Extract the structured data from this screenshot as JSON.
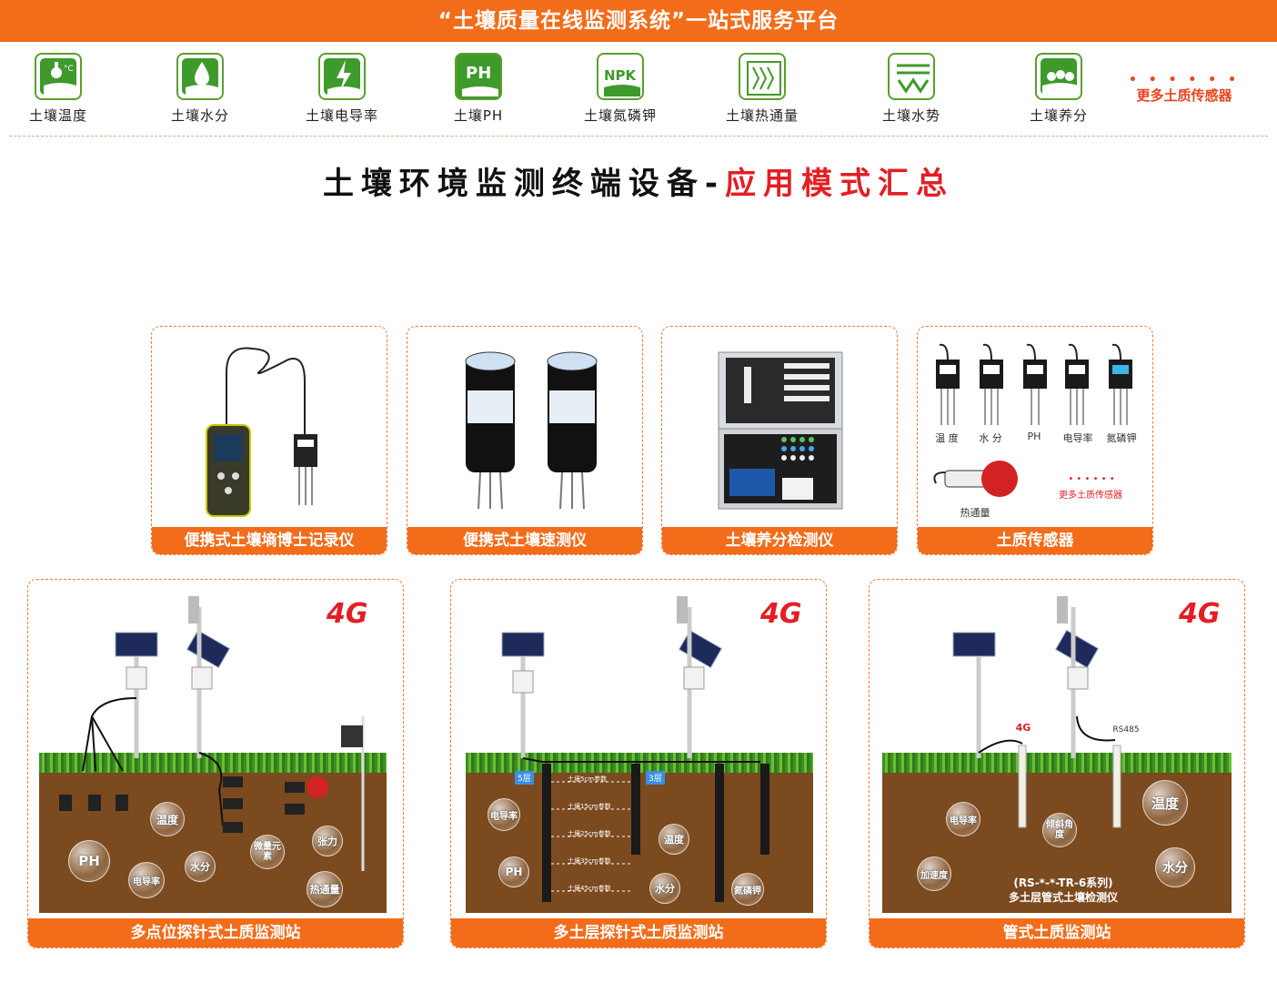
{
  "banner": {
    "title": "“土壤质量在线监测系统”一站式服务平台"
  },
  "icons": [
    {
      "label": "土壤温度",
      "icon": "soil-temperature-icon"
    },
    {
      "label": "土壤水分",
      "icon": "soil-moisture-icon"
    },
    {
      "label": "土壤电导率",
      "icon": "soil-conductivity-icon"
    },
    {
      "label": "土壤PH",
      "icon": "soil-ph-icon"
    },
    {
      "label": "土壤氮磷钾",
      "icon": "soil-npk-icon"
    },
    {
      "label": "土壤热通量",
      "icon": "soil-heat-flux-icon"
    },
    {
      "label": "土壤水势",
      "icon": "soil-water-potential-icon"
    },
    {
      "label": "土壤养分",
      "icon": "soil-nutrient-icon"
    }
  ],
  "icon_texts": {
    "ph": "PH",
    "npk": "NPK"
  },
  "more_sensors": {
    "dots": "• • • • • •",
    "label": "更多土质传感器"
  },
  "heading": {
    "part1": "土壤环境监测终端设备-",
    "part2": "应用模式汇总"
  },
  "products": [
    {
      "label": "便携式土壤墒博士记录仪"
    },
    {
      "label": "便携式土壤速测仪"
    },
    {
      "label": "土壤养分检测仪"
    },
    {
      "label": "土质传感器"
    }
  ],
  "sensor_panel": {
    "sensors": [
      "温 度",
      "水 分",
      "PH",
      "电导率",
      "氮磷钾"
    ],
    "heat_flux": "热通量",
    "dots": "• • • • • •",
    "more": "更多土质传感器"
  },
  "stations": [
    {
      "label": "多点位探针式土质监测站",
      "badge": "4G",
      "bubbles": [
        "温度",
        "PH",
        "电导率",
        "水分",
        "微量元素",
        "张力",
        "热通量"
      ]
    },
    {
      "label": "多土层探针式土质监测站",
      "badge": "4G",
      "tags": [
        "5层",
        "3层"
      ],
      "layers": [
        "土壤5cm参数",
        "土壤15cm参数",
        "土壤25cm参数",
        "土壤35cm参数",
        "土壤45cm参数"
      ],
      "bubbles": [
        "电导率",
        "PH",
        "温度",
        "水分",
        "氮磷钾"
      ]
    },
    {
      "label": "管式土质监测站",
      "badge": "4G",
      "small_badge": "4G",
      "rs485": "RS485",
      "bubbles": [
        "电导率",
        "倾斜角度",
        "温度",
        "加速度",
        "水分"
      ],
      "model": "(RS-*-*-TR-6系列)",
      "model_desc": "多土层管式土壤检测仪"
    }
  ],
  "colors": {
    "accent": "#f26c1a",
    "red": "#e31e24",
    "green": "#3f9a2c",
    "soil": "#7b4a1e"
  }
}
